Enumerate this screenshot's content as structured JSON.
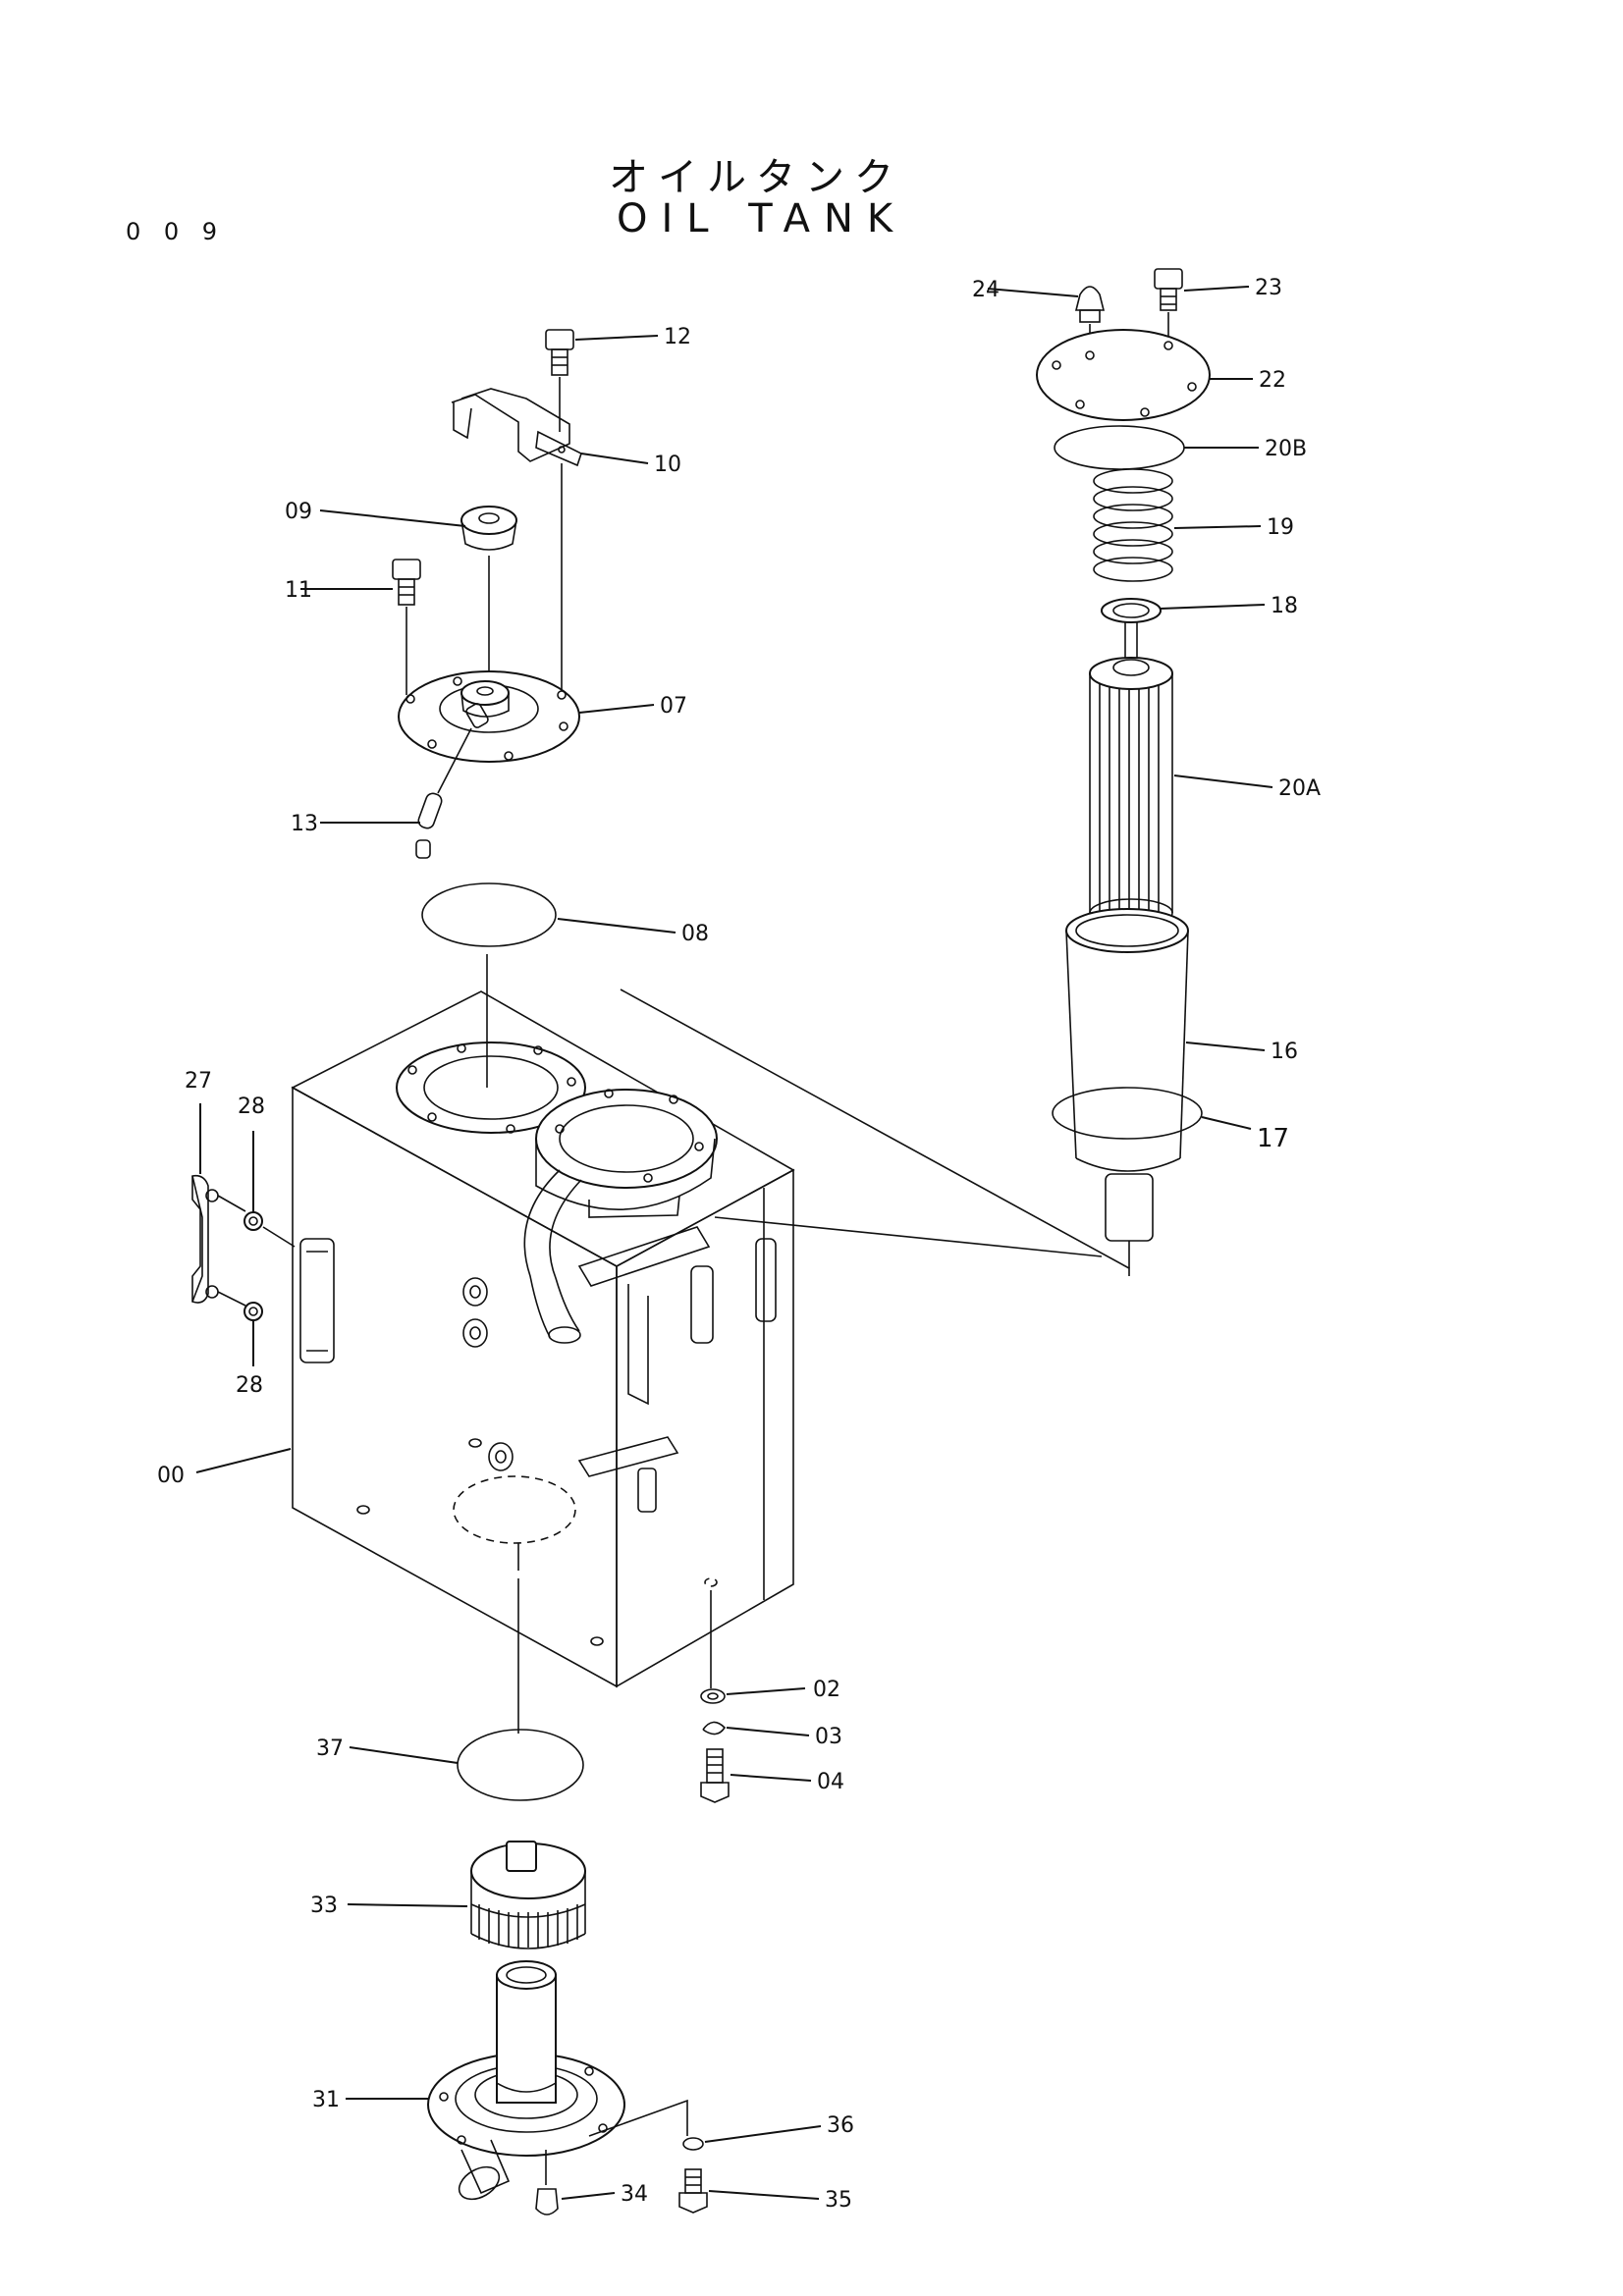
{
  "page_number": "0 0 9",
  "title_jp": "オイルタンク",
  "title_en": "OIL TANK",
  "parts": {
    "p00": "00",
    "p02": "02",
    "p03": "03",
    "p04": "04",
    "p07": "07",
    "p08": "08",
    "p09": "09",
    "p10": "10",
    "p11": "11",
    "p12": "12",
    "p13": "13",
    "p16": "16",
    "p17": "17",
    "p18": "18",
    "p19": "19",
    "p20a": "20A",
    "p20b": "20B",
    "p22": "22",
    "p23": "23",
    "p24": "24",
    "p27": "27",
    "p28a": "28",
    "p28b": "28",
    "p31": "31",
    "p33": "33",
    "p34": "34",
    "p35": "35",
    "p36": "36",
    "p37": "37"
  }
}
